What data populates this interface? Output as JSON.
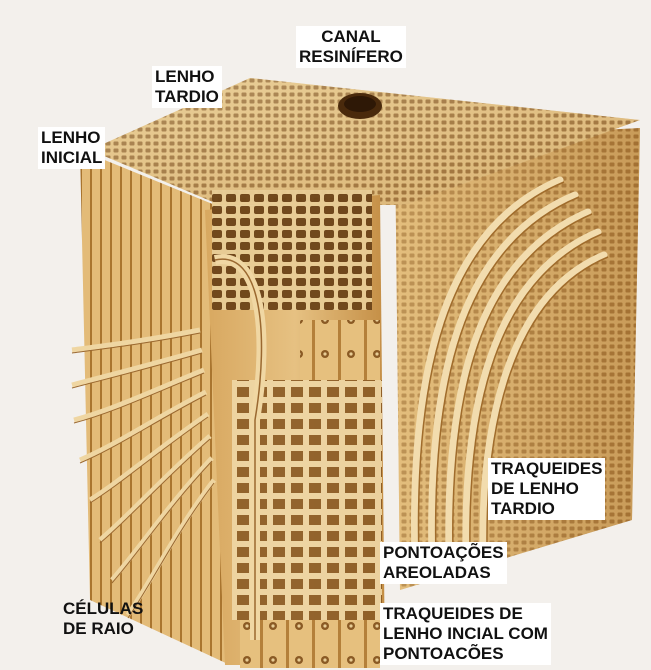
{
  "labels": {
    "canal_resinifero": [
      "CANAL",
      "RESINÍFERO"
    ],
    "lenho_tardio": [
      "LENHO",
      "TARDIO"
    ],
    "lenho_inicial": [
      "LENHO",
      "INICIAL"
    ],
    "traqueides_lenho_tardio": [
      "TRAQUEIDES",
      "DE LENHO",
      "TARDIO"
    ],
    "pontoacoes_areoladas": [
      "PONTOAÇÕES",
      "AREOLADAS"
    ],
    "celulas_de_raio": [
      "CÉLULAS",
      "DE RAIO"
    ],
    "traqueides_lenho_inicial": [
      "TRAQUEIDES DE",
      "LENHO INCIAL COM",
      "PONTOACÕES"
    ]
  },
  "colors": {
    "wood_light": "#e9c98a",
    "wood_mid": "#d2a15a",
    "wood_dark": "#9c6a2c",
    "background": "#f3f0ec"
  }
}
